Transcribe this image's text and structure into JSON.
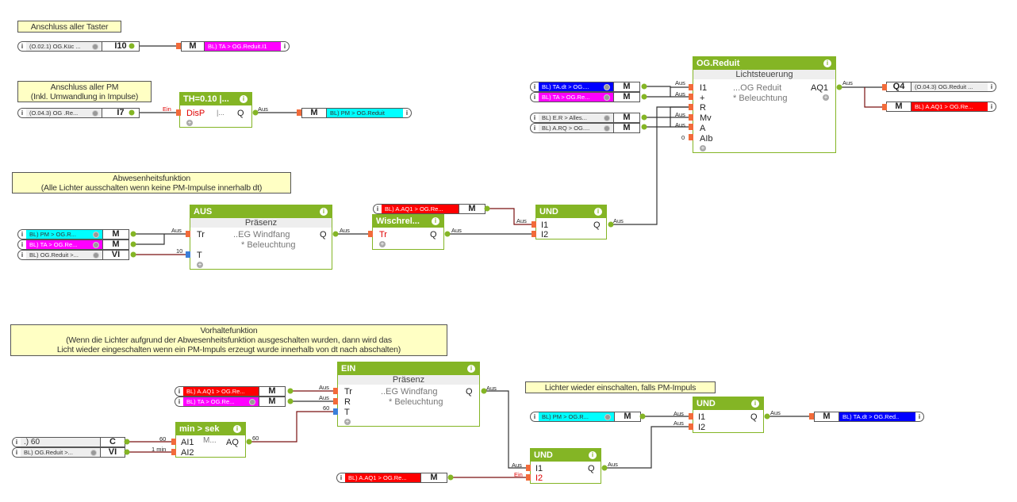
{
  "colors": {
    "block_green": "#84b525",
    "comment_bg": "#ffffc4",
    "magenta": "#ff00ff",
    "cyan": "#00ffff",
    "blue": "#0000ff",
    "red": "#ff0000",
    "gray_ref": "#eeeeee"
  },
  "comments": [
    {
      "id": "taster",
      "text": "Anschluss aller Taster"
    },
    {
      "id": "pm",
      "line1": "Anschluss aller PM",
      "line2": "(Inkl. Umwandlung in Impulse)"
    },
    {
      "id": "abwesenheit",
      "line1": "Abwesenheitsfunktion",
      "line2": "(Alle Lichter ausschalten wenn keine PM-Impulse innerhalb dt)"
    },
    {
      "id": "vorhalte",
      "line1": "Vorhaltefunktion",
      "line2": "(Wenn die Lichter aufgrund der Abwesenheitsfunktion ausgeschalten wurden, dann wird das",
      "line3": "Licht wieder eingeschalten wenn ein PM-Impuls erzeugt wurde innerhalb von dt nach abschalten)"
    },
    {
      "id": "wieder",
      "text": "Lichter wieder einschalten, falls PM-Impuls"
    }
  ],
  "refs": [
    {
      "id": "in_i10",
      "label": "(O.02.1)  OG.Küc ...",
      "code": "I10",
      "color": "#eeeeee"
    },
    {
      "id": "out_ta_reduit_i1",
      "label": "BL) TA > OG.Reduit.I1",
      "code": "M",
      "color": "#ff00ff"
    },
    {
      "id": "in_i7",
      "label": "(O.04.3)  OG .Re...",
      "code": "I7",
      "color": "#eeeeee"
    },
    {
      "id": "out_pm_reduit",
      "label": "BL) PM > OG.Reduit",
      "code": "M",
      "color": "#00ffff"
    },
    {
      "id": "in_tadt",
      "label": "BL) TA.dt > OG....",
      "code": "M",
      "color": "#0000ff"
    },
    {
      "id": "in_ta_re",
      "label": "BL) TA > OG.Re...",
      "code": "M",
      "color": "#ff00ff"
    },
    {
      "id": "in_er",
      "label": "BL) E.R > Alles...",
      "code": "M",
      "color": "#eeeeee"
    },
    {
      "id": "in_arq",
      "label": "BL) A.RQ > OG....",
      "code": "M",
      "color": "#eeeeee"
    },
    {
      "id": "out_q4",
      "label": "(O.04.3)  OG.Reduit ...",
      "code": "Q4",
      "color": "#eeeeee"
    },
    {
      "id": "out_aaq1",
      "label": "BL) A.AQ1 > OG.Re...",
      "code": "M",
      "color": "#ff0000"
    },
    {
      "id": "in_pm_r1",
      "label": "BL) PM > OG.R...",
      "code": "M",
      "color": "#00ffff"
    },
    {
      "id": "in_ta_re2",
      "label": "BL) TA > OG.Re...",
      "code": "M",
      "color": "#ff00ff"
    },
    {
      "id": "in_reduit_vi",
      "label": "BL) OG.Reduit >...",
      "code": "VI",
      "color": "#eeeeee"
    },
    {
      "id": "in_aaq1_a",
      "label": "BL) A.AQ1 > OG.Re...",
      "code": "M",
      "color": "#ff0000"
    },
    {
      "id": "in_aaq1_b",
      "label": "BL) A.AQ1 > OG.Re...",
      "code": "M",
      "color": "#ff0000"
    },
    {
      "id": "in_ta_re3",
      "label": "BL) TA > OG.Re...",
      "code": "M",
      "color": "#ff00ff"
    },
    {
      "id": "in_const60",
      "label": ".) 60",
      "code": "C",
      "color": "#eeeeee"
    },
    {
      "id": "in_reduit_vi2",
      "label": "BL) OG.Reduit >...",
      "code": "VI",
      "color": "#eeeeee"
    },
    {
      "id": "in_aaq1_c",
      "label": "BL) A.AQ1 > OG.Re...",
      "code": "M",
      "color": "#ff0000"
    },
    {
      "id": "in_pm_r2",
      "label": "BL) PM > OG.R...",
      "code": "M",
      "color": "#00ffff"
    },
    {
      "id": "out_tadt_red",
      "label": "BL) TA.dt > OG.Red..",
      "code": "M",
      "color": "#0000ff"
    }
  ],
  "blocks": {
    "th": {
      "title": "TH=0.10 |...",
      "in1": "DisP",
      "mid": "|...",
      "out": "Q"
    },
    "og_reduit": {
      "title": "OG.Reduit",
      "sub": "Lichtsteuerung",
      "name": "...OG Reduit",
      "func": "* Beleuchtung",
      "inputs": [
        "I1",
        "+",
        "R",
        "Mv",
        "A",
        "AIb"
      ],
      "out": "AQ1"
    },
    "aus": {
      "title": "AUS",
      "sub": "Präsenz",
      "name": "..EG Windfang",
      "func": "* Beleuchtung",
      "inputs": [
        "Tr",
        "T"
      ],
      "out": "Q"
    },
    "wischrel": {
      "title": "Wischrel...",
      "in1": "Tr",
      "out": "Q"
    },
    "und1": {
      "title": "UND",
      "inputs": [
        "I1",
        "I2"
      ],
      "out": "Q"
    },
    "ein": {
      "title": "EIN",
      "sub": "Präsenz",
      "name": "..EG Windfang",
      "func": "* Beleuchtung",
      "inputs": [
        "Tr",
        "R",
        "T"
      ],
      "out": "Q"
    },
    "minsek": {
      "title": "min > sek",
      "inputs": [
        "AI1",
        "AI2"
      ],
      "mid": "M...",
      "out": "AQ"
    },
    "und2": {
      "title": "UND",
      "inputs": [
        "I1",
        "I2"
      ],
      "out": "Q"
    },
    "und3": {
      "title": "UND",
      "inputs": [
        "I1",
        "I2"
      ],
      "out": "Q"
    }
  },
  "wire_labels": {
    "aus": "Aus",
    "ein": "Ein",
    "zero": "0",
    "ten": "10",
    "sixty": "60",
    "one_min": "1 min"
  },
  "info_glyph": "i"
}
